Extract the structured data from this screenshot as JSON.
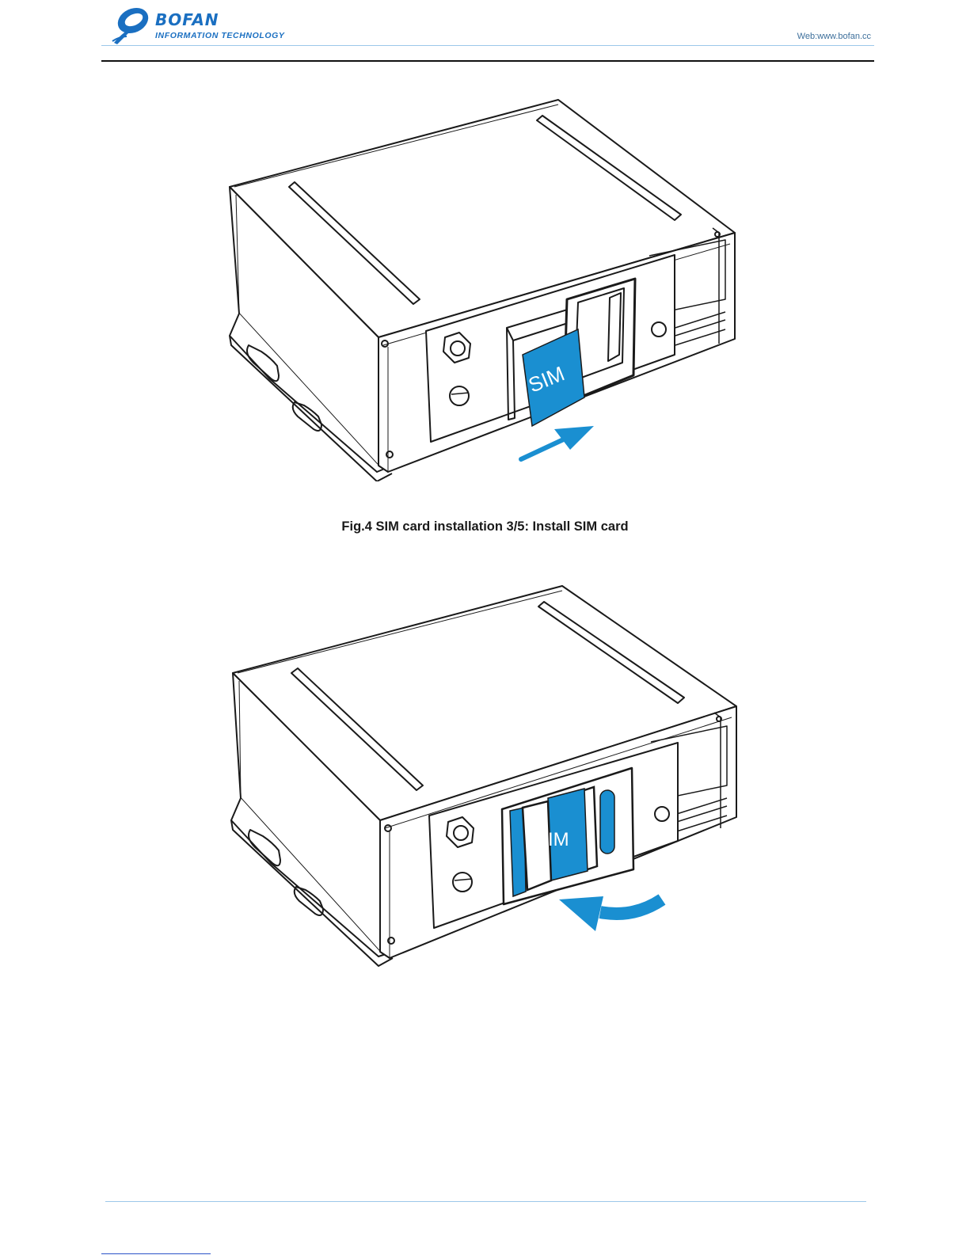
{
  "header": {
    "brand_name": "BOFAN",
    "brand_sub": "INFORMATION TECHNOLOGY",
    "web": "Web:www.bofan.cc",
    "logo_icon": "bofan-swoosh-logo"
  },
  "figures": [
    {
      "card_label": "SIM",
      "arrow_icon": "insert-arrow-icon"
    },
    {
      "card_label": "IM",
      "arrow_icon": "close-curved-arrow-icon"
    }
  ],
  "caption": "Fig.4 SIM card installation 3/5: Install SIM card",
  "colors": {
    "brand_blue": "#1a6fc1",
    "sim_blue": "#1a8fd1",
    "rule_blue": "#9cc8ea"
  }
}
